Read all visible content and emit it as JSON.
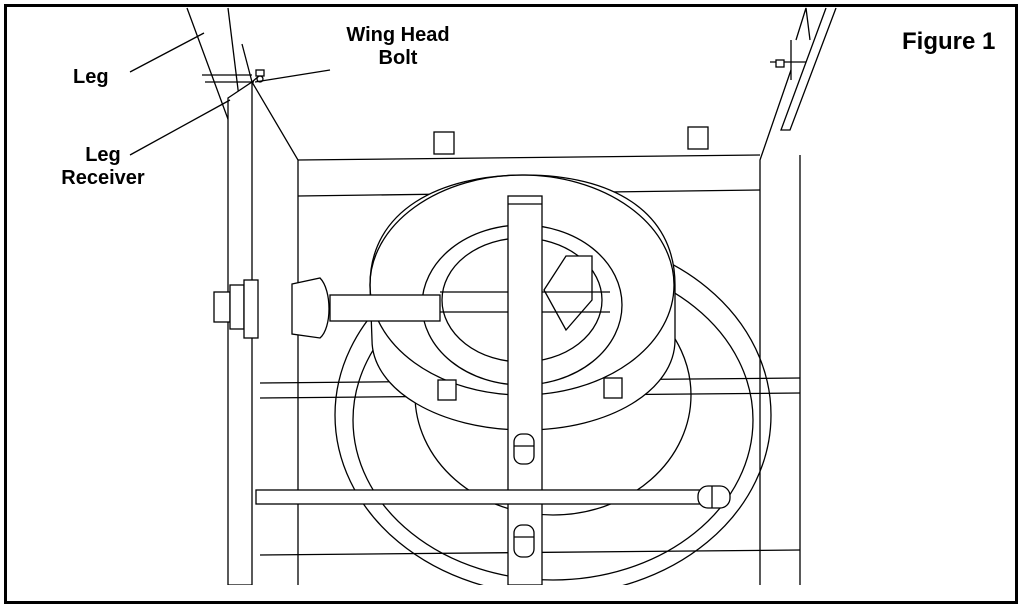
{
  "figure": {
    "title": "Figure 1",
    "callouts": [
      {
        "id": "leg",
        "text": "Leg"
      },
      {
        "id": "leg-receiver",
        "lines": [
          "Leg",
          "Receiver"
        ]
      },
      {
        "id": "wing-head-bolt",
        "lines": [
          "Wing Head",
          "Bolt"
        ]
      }
    ]
  }
}
